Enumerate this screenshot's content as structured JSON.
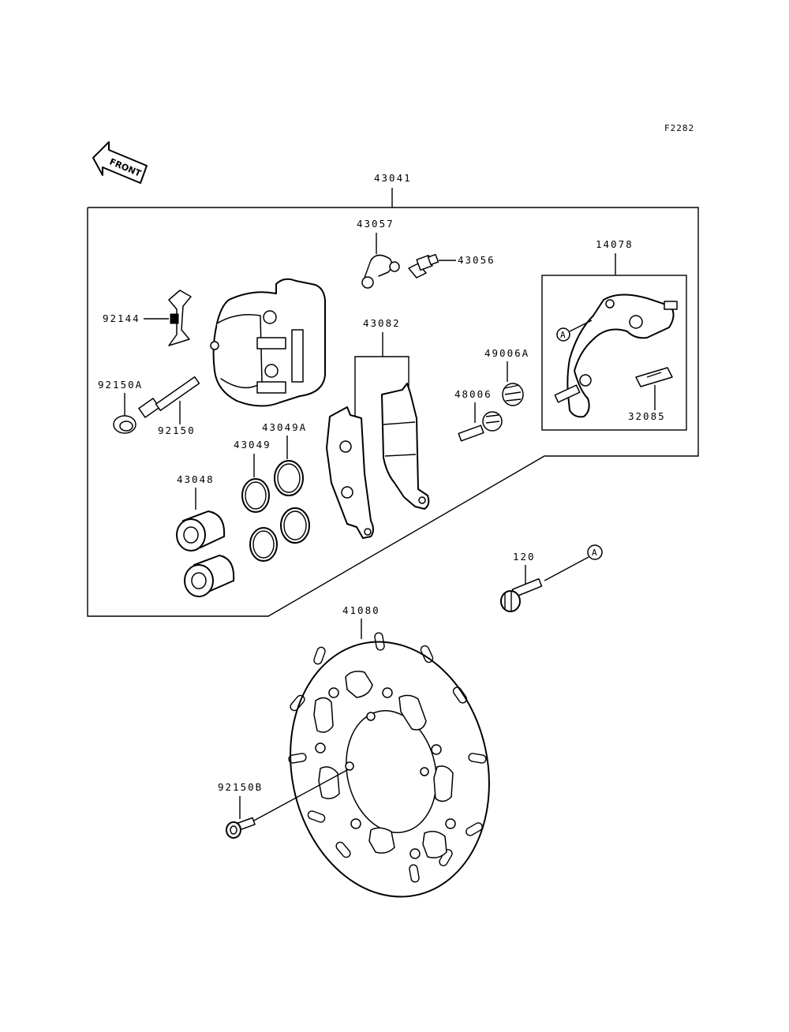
{
  "figure_code": "F2282",
  "front_label": "FRONT",
  "ref_marker": "A",
  "parts": {
    "caliper_assy": "43041",
    "bleed_cap": "43057",
    "bleed_valve": "43056",
    "bracket_assy": "14078",
    "pad_spring_clip": "92144",
    "pad_set": "43082",
    "boot_49006A": "49006A",
    "pin_48006": "48006",
    "boot_92150A": "92150A",
    "pin_92150": "92150",
    "seal_43049A": "43049A",
    "seal_43049": "43049",
    "piston": "43048",
    "pad_spring": "32085",
    "bolt": "120",
    "disc": "41080",
    "disc_bolt": "92150B"
  }
}
